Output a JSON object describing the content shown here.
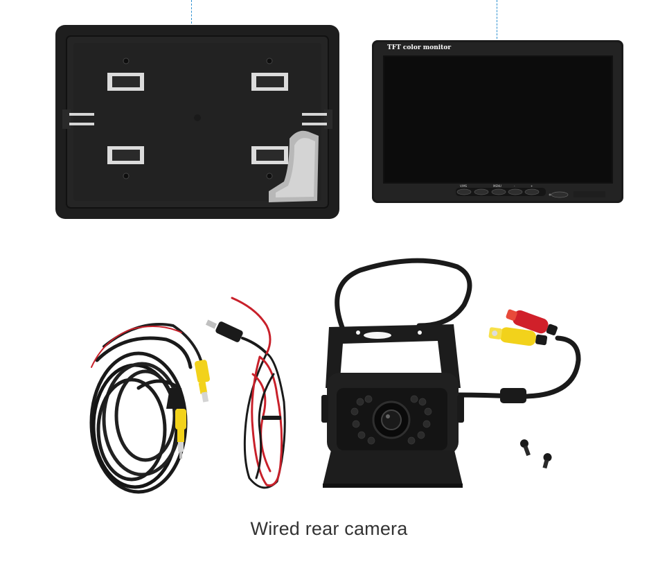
{
  "product_image": {
    "items": [
      {
        "name": "monitor-bracket"
      },
      {
        "name": "tft-monitor"
      },
      {
        "name": "rca-extension-cable"
      },
      {
        "name": "power-cable"
      },
      {
        "name": "rear-camera"
      },
      {
        "name": "mounting-screws"
      }
    ],
    "monitor": {
      "label": "TFT color monitor",
      "buttons": [
        "V/MS",
        "",
        "MENU",
        "-",
        "+"
      ]
    },
    "colors": {
      "background": "#ffffff",
      "device_black": "#1c1c1c",
      "screen": "#111111",
      "cable_yellow": "#f2d21b",
      "cable_red": "#d0202a",
      "guide_line": "#2a8fd0"
    }
  },
  "caption": "Wired rear camera"
}
